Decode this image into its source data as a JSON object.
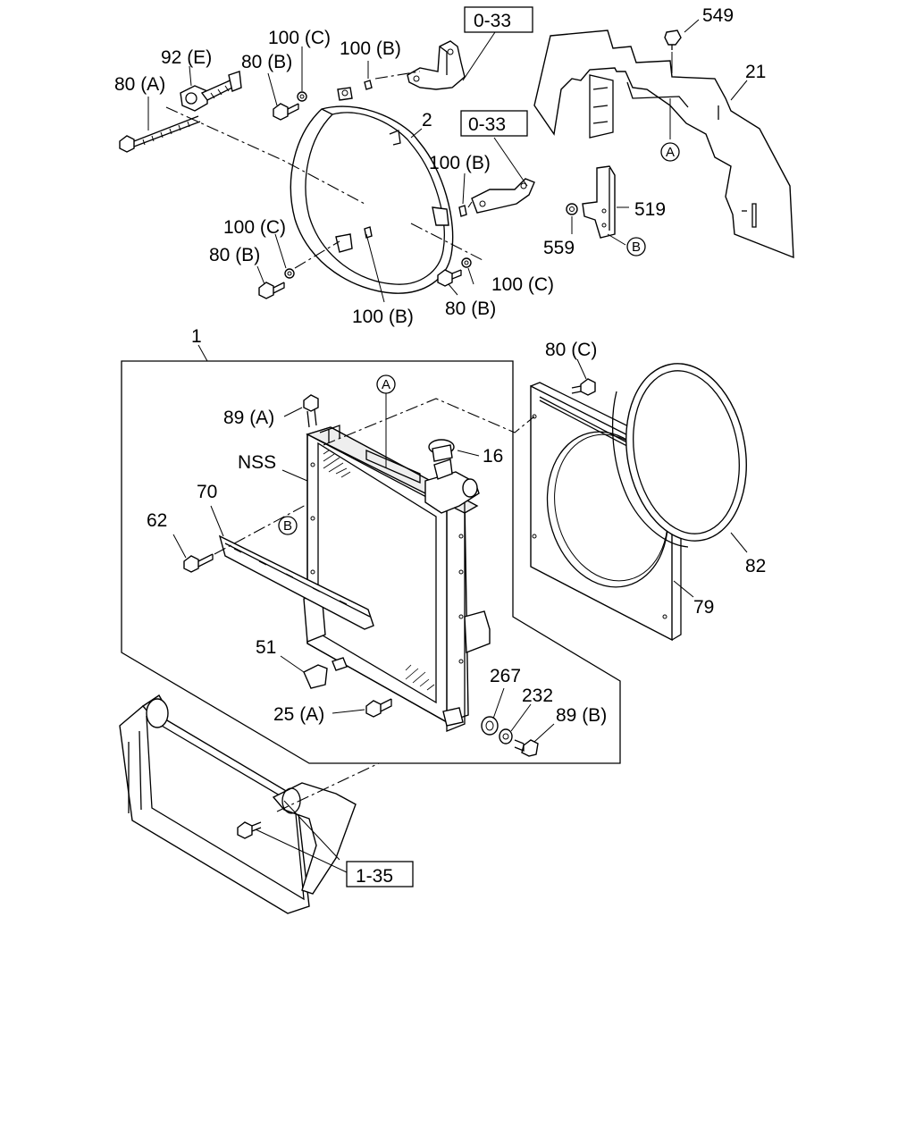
{
  "labels": {
    "l_80A": "80 (A)",
    "l_92E": "92 (E)",
    "l_80B_1": "80 (B)",
    "l_100C_1": "100 (C)",
    "l_100B_1": "100 (B)",
    "l_ref033_1": "0-33",
    "l_2": "2",
    "l_ref033_2": "0-33",
    "l_100B_2": "100 (B)",
    "l_100C_2": "100 (C)",
    "l_80B_2": "80 (B)",
    "l_100C_3": "100 (C)",
    "l_80B_3": "80 (B)",
    "l_100B_3": "100 (B)",
    "l_549": "549",
    "l_21": "21",
    "l_519": "519",
    "l_559": "559",
    "l_1": "1",
    "l_80C": "80 (C)",
    "l_89A": "89 (A)",
    "l_16": "16",
    "l_NSS": "NSS",
    "l_70": "70",
    "l_62": "62",
    "l_82": "82",
    "l_79": "79",
    "l_51": "51",
    "l_267": "267",
    "l_232": "232",
    "l_89B": "89 (B)",
    "l_25A": "25 (A)",
    "l_ref135": "1-35",
    "mk_A1": "A",
    "mk_B1": "B",
    "mk_A2": "A",
    "mk_B2": "B"
  }
}
